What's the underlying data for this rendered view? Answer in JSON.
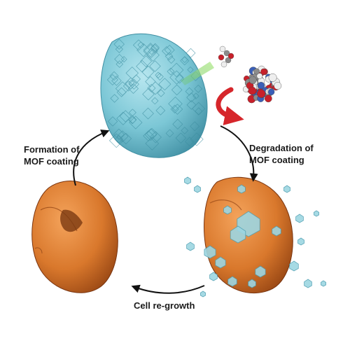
{
  "labels": {
    "formation_line1": "Formation of",
    "formation_line2": "MOF coating",
    "degradation_line1": "Degradation of",
    "degradation_line2": "MOF coating",
    "regrowth": "Cell re-growth"
  },
  "colors": {
    "mof_crystal": "#7cc7d6",
    "mof_crystal_dark": "#4f9fb2",
    "cell_orange": "#d9782c",
    "cell_orange_dark": "#9c4a14",
    "arrow_black": "#111111",
    "release_arrow_red": "#d6262b",
    "light_beam_green": "#8fd16b",
    "molecule_red": "#c8202a",
    "molecule_grey": "#8c8c8c",
    "molecule_white": "#eeeeee",
    "molecule_blue": "#3a5fb8"
  }
}
